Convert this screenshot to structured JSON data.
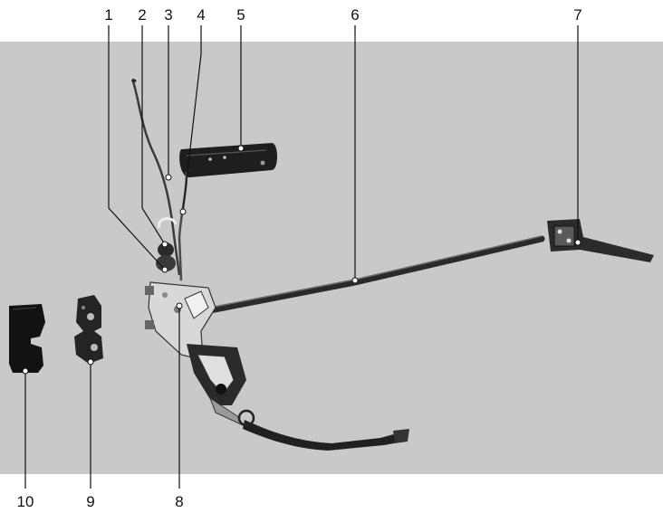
{
  "figure": {
    "background_color": "#c9c9c9",
    "callouts": [
      {
        "id": "1",
        "label": "1"
      },
      {
        "id": "2",
        "label": "2"
      },
      {
        "id": "3",
        "label": "3"
      },
      {
        "id": "4",
        "label": "4"
      },
      {
        "id": "5",
        "label": "5"
      },
      {
        "id": "6",
        "label": "6"
      },
      {
        "id": "7",
        "label": "7"
      },
      {
        "id": "8",
        "label": "8"
      },
      {
        "id": "9",
        "label": "9"
      },
      {
        "id": "10",
        "label": "10"
      }
    ]
  }
}
